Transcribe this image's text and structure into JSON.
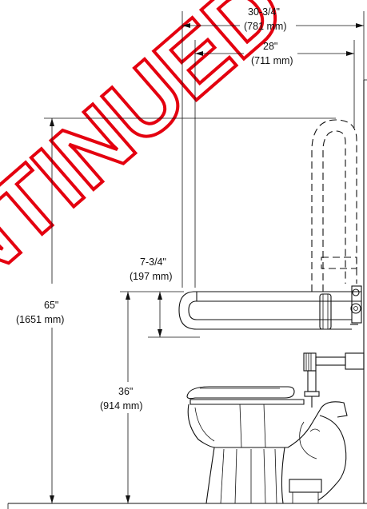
{
  "stamp": {
    "text": "DISCONTINUED",
    "color": "#e4000f"
  },
  "dimensions": {
    "overall_width": {
      "imperial": "30-3/4\"",
      "metric": "(781 mm)"
    },
    "bar_length": {
      "imperial": "28\"",
      "metric": "(711 mm)"
    },
    "bar_offset": {
      "imperial": "7-3/4\"",
      "metric": "(197 mm)"
    },
    "total_height": {
      "imperial": "65\"",
      "metric": "(1651 mm)"
    },
    "bar_height": {
      "imperial": "36\"",
      "metric": "(914 mm)"
    }
  }
}
